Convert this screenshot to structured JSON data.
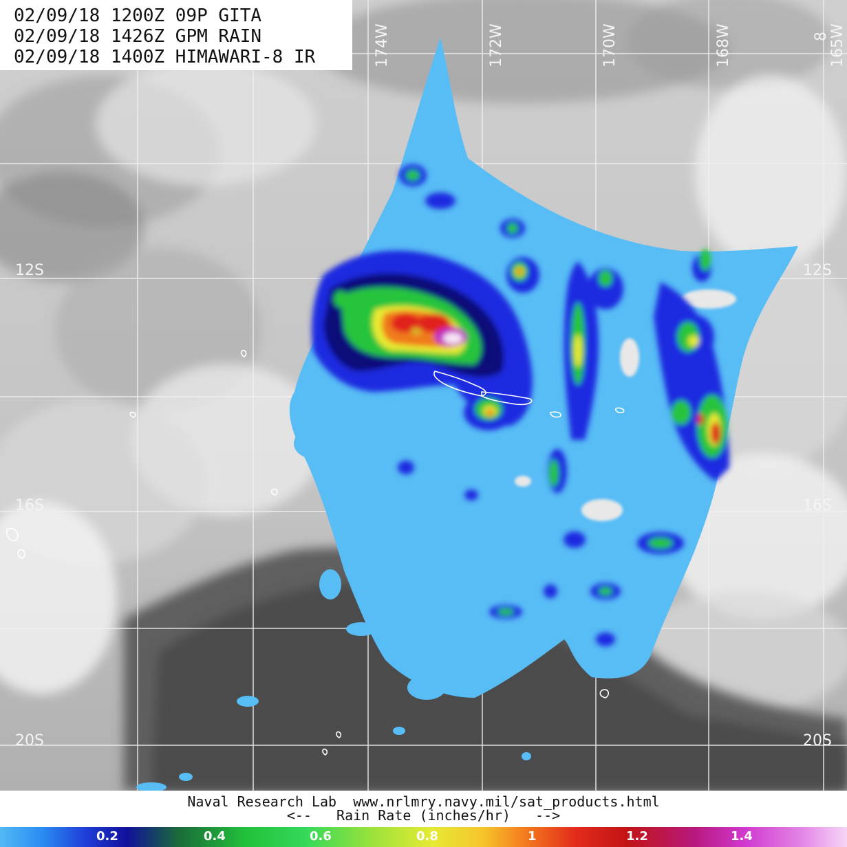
{
  "header": {
    "line1": "02/09/18 1200Z 09P GITA",
    "line2": "02/09/18 1426Z GPM RAIN",
    "line3": "02/09/18 1400Z HIMAWARI-8 IR"
  },
  "grid": {
    "lon_labels": [
      "174W",
      "172W",
      "170W",
      "168W",
      "165W"
    ],
    "lon_label_partial": "8",
    "lat_labels_left": [
      "12S",
      "16S",
      "20S"
    ],
    "lat_labels_right": [
      "12S",
      "16S",
      "20S"
    ]
  },
  "footer": {
    "credit": "Naval Research Lab  www.nrlmry.navy.mil/sat_products.html",
    "scale_title": "<--   Rain Rate (inches/hr)   -->"
  },
  "colorbar": {
    "ticks": [
      "0.2",
      "0.4",
      "0.6",
      "0.8",
      "1",
      "1.2",
      "1.4"
    ],
    "colors": [
      "#52b9f6",
      "#1f3fd8",
      "#11109a",
      "#22c13a",
      "#e6ea34",
      "#f37b1e",
      "#e22b1c",
      "#d03ad0",
      "#f6d6f6"
    ]
  }
}
